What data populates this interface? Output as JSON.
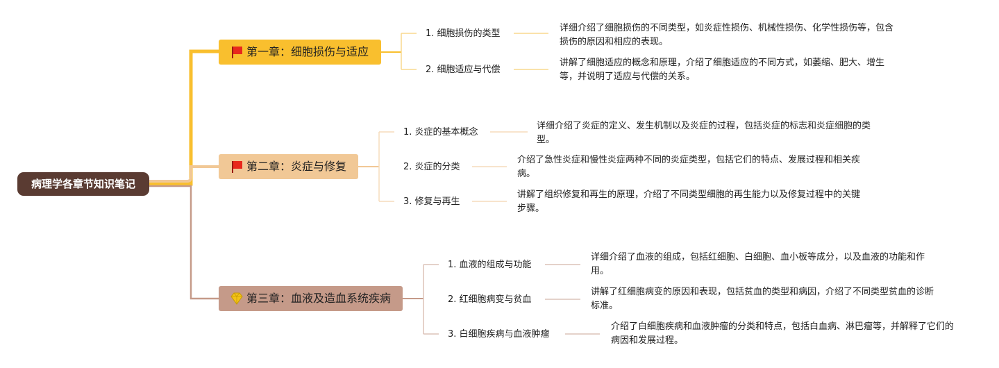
{
  "root": {
    "label": "病理学各章节知识笔记"
  },
  "colors": {
    "root": "#5a3b32",
    "chapter1": "#f9bf2e",
    "chapter2": "#f1c896",
    "chapter3": "#c59a89",
    "flag": "#e8281c",
    "diamond": "#f3c316"
  },
  "chapters": [
    {
      "label": "第一章：细胞损伤与适应",
      "icon": "red-flag",
      "topics": [
        {
          "label": "1. 细胞损伤的类型",
          "desc": "详细介绍了细胞损伤的不同类型，如炎症性损伤、机械性损伤、化学性损伤等，包含损伤的原因和相应的表现。"
        },
        {
          "label": "2. 细胞适应与代偿",
          "desc": "讲解了细胞适应的概念和原理，介绍了细胞适应的不同方式，如萎缩、肥大、增生等，并说明了适应与代偿的关系。"
        }
      ]
    },
    {
      "label": "第二章：炎症与修复",
      "icon": "red-flag",
      "topics": [
        {
          "label": "1. 炎症的基本概念",
          "desc": "详细介绍了炎症的定义、发生机制以及炎症的过程，包括炎症的标志和炎症细胞的类型。"
        },
        {
          "label": "2. 炎症的分类",
          "desc": "介绍了急性炎症和慢性炎症两种不同的炎症类型，包括它们的特点、发展过程和相关疾病。"
        },
        {
          "label": "3. 修复与再生",
          "desc": "讲解了组织修复和再生的原理，介绍了不同类型细胞的再生能力以及修复过程中的关键步骤。"
        }
      ]
    },
    {
      "label": "第三章：血液及造血系统疾病",
      "icon": "diamond",
      "topics": [
        {
          "label": "1. 血液的组成与功能",
          "desc": "详细介绍了血液的组成，包括红细胞、白细胞、血小板等成分，以及血液的功能和作用。"
        },
        {
          "label": "2. 红细胞病变与贫血",
          "desc": "讲解了红细胞病变的原因和表现，包括贫血的类型和病因，介绍了不同类型贫血的诊断标准。"
        },
        {
          "label": "3. 白细胞疾病与血液肿瘤",
          "desc": "介绍了白细胞疾病和血液肿瘤的分类和特点，包括白血病、淋巴瘤等，并解释了它们的病因和发展过程。"
        }
      ]
    }
  ]
}
